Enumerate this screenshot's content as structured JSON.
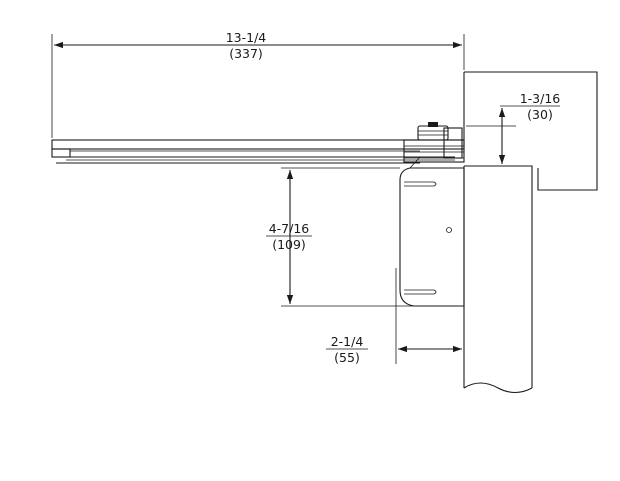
{
  "dimensions": {
    "overall_width": {
      "fraction": "13-1/4",
      "metric": "(337)"
    },
    "mount_height": {
      "fraction": "1-3/16",
      "metric": "(30)"
    },
    "projection": {
      "fraction": "4-7/16",
      "metric": "(109)"
    },
    "offset": {
      "fraction": "2-1/4",
      "metric": "(55)"
    }
  }
}
